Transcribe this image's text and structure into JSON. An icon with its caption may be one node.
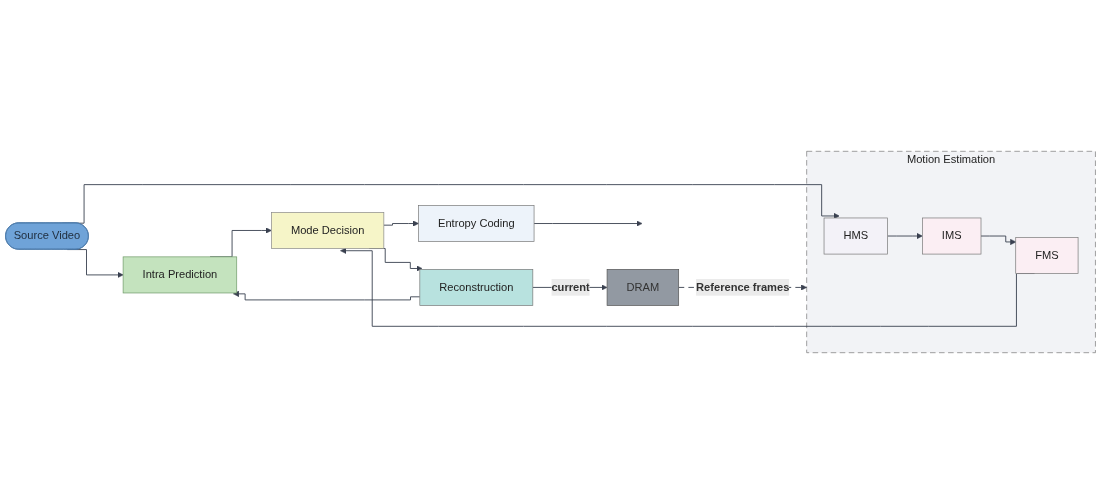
{
  "diagram": {
    "nodes": [
      {
        "text": [
          "Source Video"
        ]
      },
      {
        "text": [
          "Intra Prediction"
        ]
      },
      {
        "text": [
          "Motion Estimation"
        ]
      },
      {
        "text": [
          "HMS"
        ],
        "in": 2
      },
      {
        "text": [
          "IMS"
        ],
        "in": 2
      },
      {
        "text": [
          "FMS"
        ],
        "in": 2
      },
      {
        "text": [
          "Mode Decision"
        ]
      },
      {
        "text": [
          "Entropy Coding"
        ]
      },
      {
        "text": [
          "Reconstruction"
        ]
      },
      {
        "text": [
          "DRAM"
        ]
      }
    ],
    "edges": [
      {
        "from": 0,
        "to": 1,
        "arrow": "to"
      },
      {
        "from": 0,
        "to": 3,
        "arrow": "to"
      },
      {
        "from": 1,
        "to": 6,
        "arrow": "to"
      },
      {
        "from": 3,
        "to": 4,
        "arrow": "to"
      },
      {
        "from": 4,
        "to": 5,
        "arrow": "to"
      },
      {
        "from": 5,
        "to": 6,
        "arrow": "to"
      },
      {
        "from": 6,
        "to": 7,
        "arrow": "to"
      },
      {
        "from": 7,
        "to": null,
        "arrow": "to"
      },
      {
        "from": 6,
        "to": 8,
        "arrow": "to"
      },
      {
        "from": 8,
        "to": 1,
        "arrow": "to"
      },
      {
        "from": 8,
        "to": 9,
        "arrow": "to",
        "label": "current"
      },
      {
        "from": 9,
        "to": 2,
        "arrow": "to",
        "label": "Reference frames",
        "style": "dashed"
      }
    ]
  }
}
